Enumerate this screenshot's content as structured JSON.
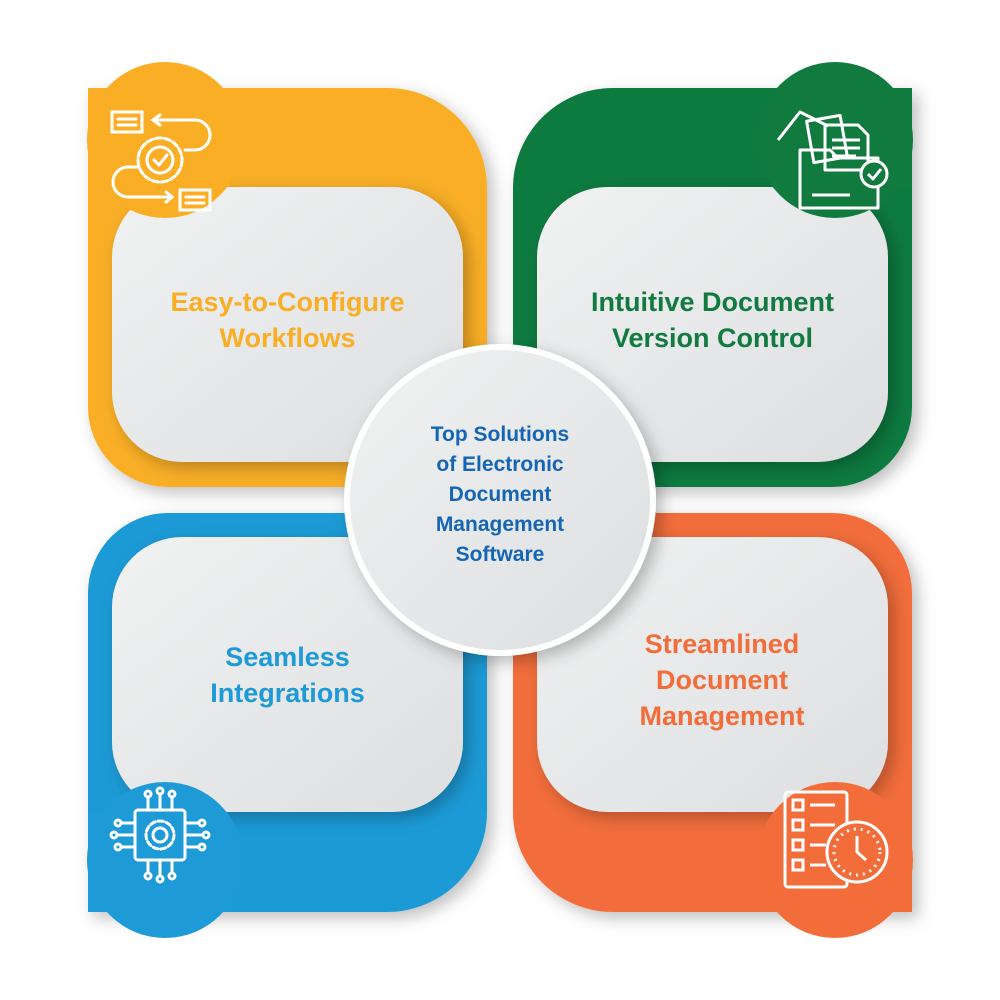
{
  "center": {
    "lines": [
      "Top Solutions",
      "of Electronic",
      "Document",
      "Management",
      "Software"
    ]
  },
  "quadrants": [
    {
      "lines": [
        "Easy-to-Configure",
        "Workflows"
      ],
      "color": "#F9AE25",
      "icon": "workflow-gear-icon"
    },
    {
      "lines": [
        "Intuitive Document",
        "Version Control"
      ],
      "color": "#117A3F",
      "icon": "document-folder-check-icon"
    },
    {
      "lines": [
        "Seamless",
        "Integrations"
      ],
      "color": "#1E9AD6",
      "icon": "circuit-gear-icon"
    },
    {
      "lines": [
        "Streamlined",
        "Document",
        "Management"
      ],
      "color": "#F26D3A",
      "icon": "checklist-clock-icon"
    }
  ],
  "colors": {
    "panel": "#E8E9EA",
    "center_text": "#1565B5"
  }
}
